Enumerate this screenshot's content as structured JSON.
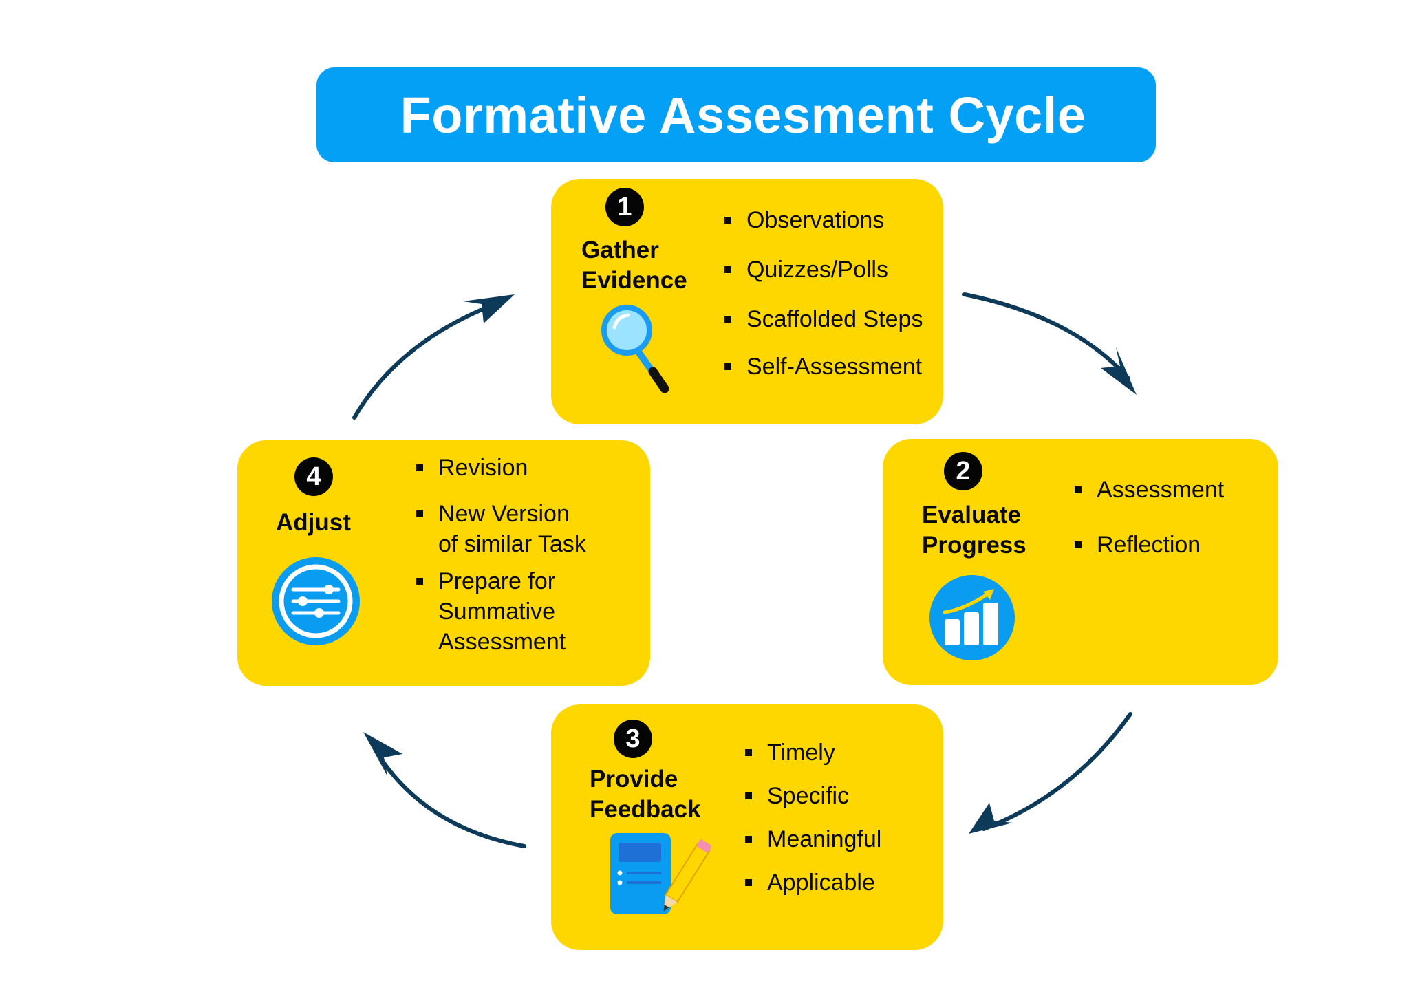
{
  "title": "Formative Assesment Cycle",
  "steps": [
    {
      "number": "1",
      "title_lines": [
        "Gather",
        "Evidence"
      ],
      "icon": "magnifying-glass-icon",
      "bullets": [
        "Observations",
        "Quizzes/Polls",
        "Scaffolded Steps",
        "Self-Assessment"
      ]
    },
    {
      "number": "2",
      "title_lines": [
        "Evaluate",
        "Progress"
      ],
      "icon": "growth-chart-icon",
      "bullets": [
        "Assessment",
        "Reflection"
      ]
    },
    {
      "number": "3",
      "title_lines": [
        "Provide",
        "Feedback"
      ],
      "icon": "notebook-pencil-icon",
      "bullets": [
        "Timely",
        "Specific",
        "Meaningful",
        "Applicable"
      ]
    },
    {
      "number": "4",
      "title_lines": [
        "Adjust"
      ],
      "icon": "sliders-icon",
      "bullets": [
        [
          "Revision"
        ],
        [
          "New Version",
          "of similar Task"
        ],
        [
          "Prepare for",
          "Summative",
          "Assessment"
        ]
      ]
    }
  ],
  "colors": {
    "title_bg": "#03a0f5",
    "card_bg": "#fed600",
    "arrow": "#0e3a5a",
    "icon_blue": "#0a9cf0"
  }
}
